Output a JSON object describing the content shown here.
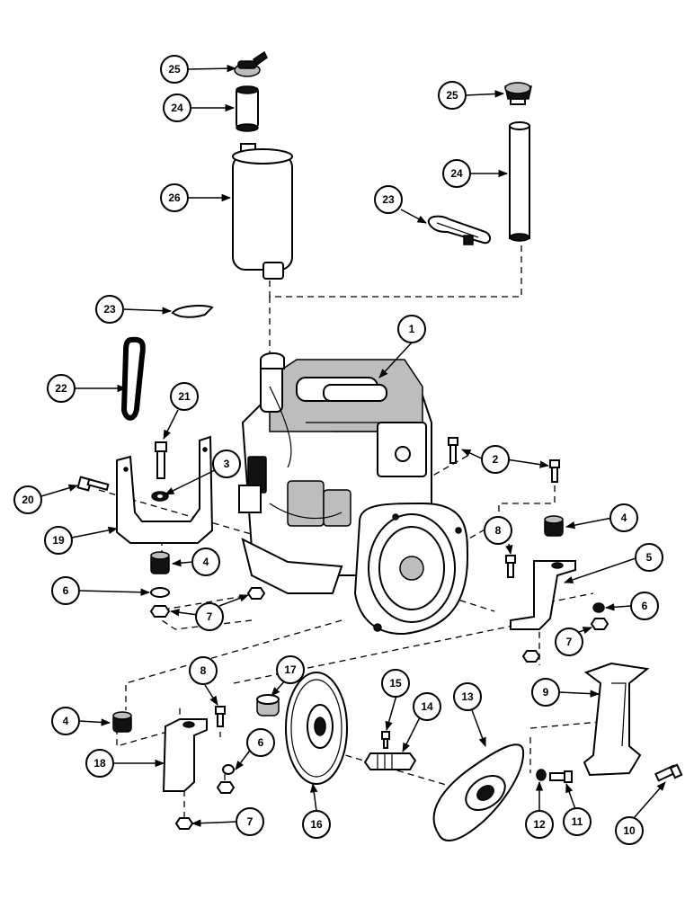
{
  "callouts": [
    {
      "label": "1"
    },
    {
      "label": "2"
    },
    {
      "label": "3"
    },
    {
      "label": "4"
    },
    {
      "label": "4"
    },
    {
      "label": "4"
    },
    {
      "label": "5"
    },
    {
      "label": "6"
    },
    {
      "label": "6"
    },
    {
      "label": "6"
    },
    {
      "label": "7"
    },
    {
      "label": "7"
    },
    {
      "label": "7"
    },
    {
      "label": "8"
    },
    {
      "label": "8"
    },
    {
      "label": "9"
    },
    {
      "label": "10"
    },
    {
      "label": "11"
    },
    {
      "label": "12"
    },
    {
      "label": "13"
    },
    {
      "label": "14"
    },
    {
      "label": "15"
    },
    {
      "label": "16"
    },
    {
      "label": "17"
    },
    {
      "label": "18"
    },
    {
      "label": "19"
    },
    {
      "label": "20"
    },
    {
      "label": "21"
    },
    {
      "label": "22"
    },
    {
      "label": "23"
    },
    {
      "label": "23"
    },
    {
      "label": "24"
    },
    {
      "label": "24"
    },
    {
      "label": "25"
    },
    {
      "label": "25"
    },
    {
      "label": "26"
    }
  ],
  "colors": {
    "ink": "#000000",
    "paper": "#ffffff"
  }
}
